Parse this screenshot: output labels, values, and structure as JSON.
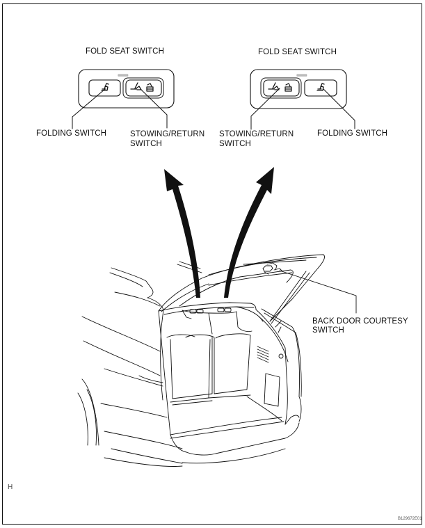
{
  "diagram": {
    "left_switch_panel": {
      "title": "FOLD SEAT SWITCH",
      "callouts": {
        "folding": "FOLDING SWITCH",
        "stowing_line1": "STOWING/RETURN",
        "stowing_line2": "SWITCH"
      }
    },
    "right_switch_panel": {
      "title": "FOLD SEAT SWITCH",
      "callouts": {
        "stowing_line1": "STOWING/RETURN",
        "stowing_line2": "SWITCH",
        "folding": "FOLDING SWITCH"
      }
    },
    "vehicle": {
      "back_door_callout_line1": "BACK DOOR COURTESY",
      "back_door_callout_line2": "SWITCH"
    },
    "footer": {
      "view_letter": "H",
      "figure_id": "B129672E01"
    },
    "colors": {
      "line": "#111111",
      "background": "#ffffff",
      "indicator": "#bbbbbb"
    }
  }
}
